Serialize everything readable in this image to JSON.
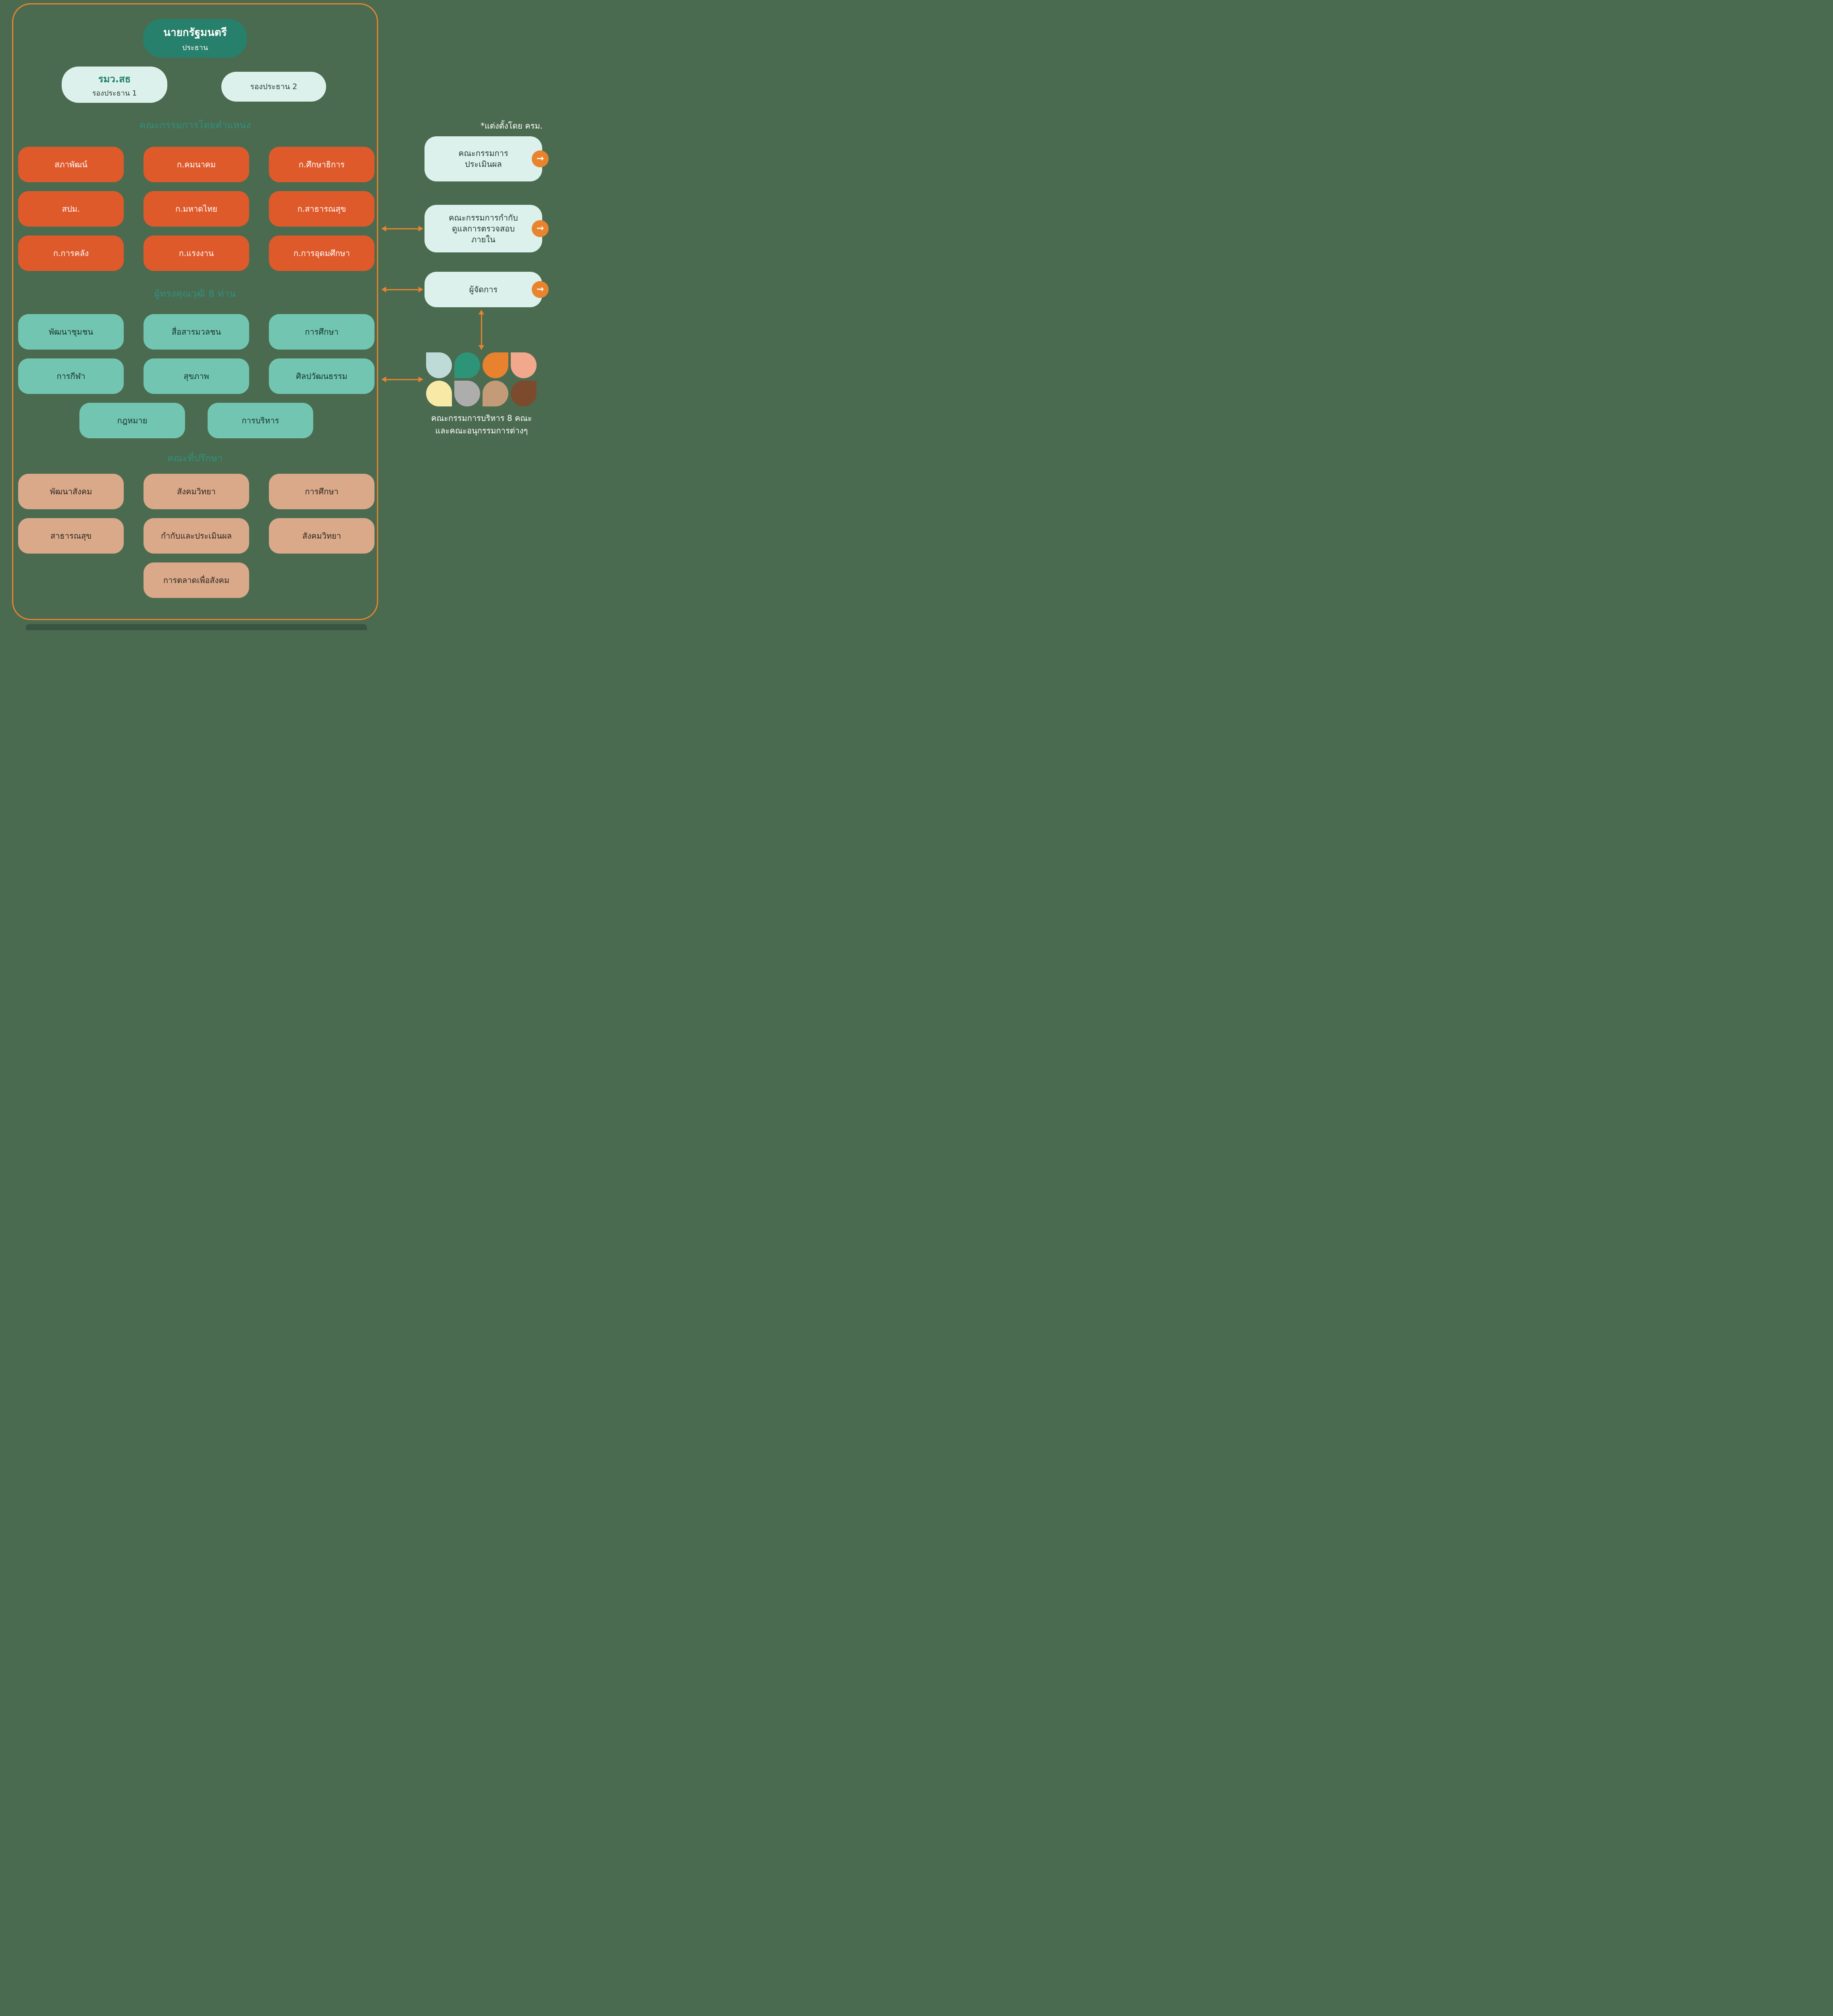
{
  "colors": {
    "background": "#4B6B50",
    "accent_orange": "#E8832E",
    "node_orange": "#DF5A2B",
    "node_teal": "#72C6B1",
    "node_tan": "#D9A98A",
    "node_mint": "#DCF1EB",
    "chairman_green": "#27806B",
    "section_title": "#2E9180"
  },
  "icons": {
    "go_arrow": "→"
  },
  "chairman": {
    "title": "นายกรัฐมนตรี",
    "subtitle": "ประธาน"
  },
  "deputy1": {
    "title": "รมว.สธ",
    "subtitle": "รองประธาน 1"
  },
  "deputy2": {
    "title": "รองประธาน 2"
  },
  "sections": {
    "exofficio": {
      "title": "คณะกรรมการโดยตำแหน่ง",
      "items": [
        "สภาพัฒน์",
        "ก.คมนาคม",
        "ก.ศึกษาธิการ",
        "สปม.",
        "ก.มหาดไทย",
        "ก.สาธารณสุข",
        "ก.การคลัง",
        "ก.แรงงาน",
        "ก.การอุดมศึกษา"
      ]
    },
    "experts": {
      "title": "ผู้ทรงคุณวุฒิ 8 ท่าน",
      "items": [
        "พัฒนาชุมชน",
        "สื่อสารมวลชน",
        "การศึกษา",
        "การกีฬา",
        "สุขภาพ",
        "ศิลปวัฒนธรรม",
        "กฎหมาย",
        "การบริหาร"
      ]
    },
    "advisors": {
      "title": "คณะที่ปรึกษา",
      "items": [
        "พัฒนาสังคม",
        "สังคมวิทยา",
        "การศึกษา",
        "สาธารณสุข",
        "กำกับและประเมินผล",
        "สังคมวิทยา",
        "การตลาดเพื่อสังคม"
      ]
    }
  },
  "right_panel": {
    "note": "*แต่งตั้งโดย ครม.",
    "evaluation": {
      "lines": [
        "คณะกรรมการ",
        "ประเมินผล"
      ]
    },
    "audit": {
      "lines": [
        "คณะกรรมการกำกับ",
        "ดูแลการตรวจสอบ",
        "ภายใน"
      ]
    },
    "manager": {
      "lines": [
        "ผู้จัดการ"
      ]
    },
    "leaves": {
      "caption_lines": [
        "คณะกรรมการบริหาร 8 คณะ",
        "และคณะอนุกรรมการต่างๆ"
      ],
      "colors": [
        "#BFDBD8",
        "#2E9478",
        "#E8822E",
        "#F2A88C",
        "#F8E9A6",
        "#ADADAD",
        "#C49B78",
        "#7C4A2D"
      ]
    }
  }
}
